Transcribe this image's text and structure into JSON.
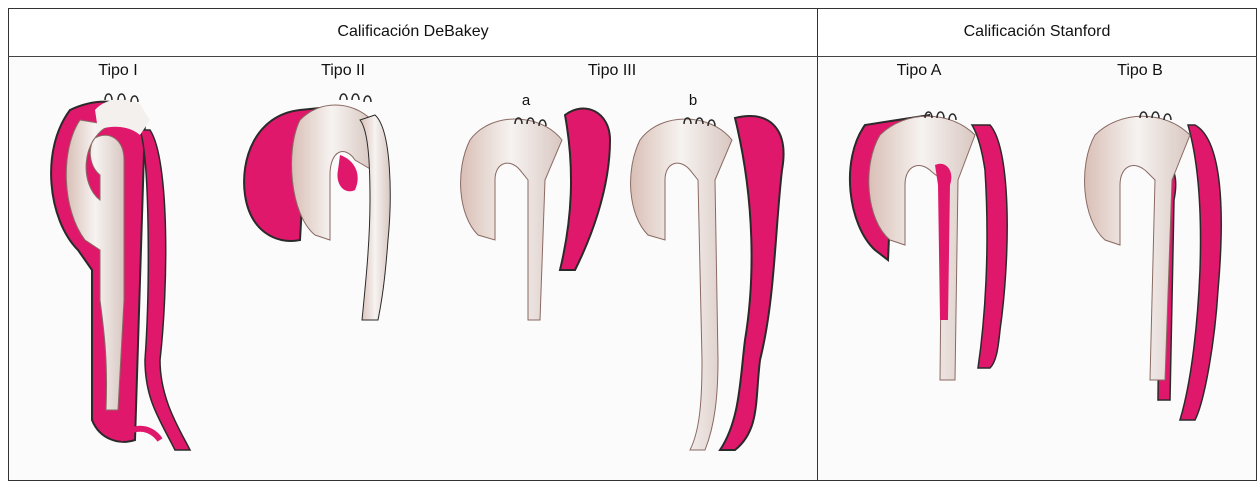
{
  "headers": {
    "debakey": "Calificación DeBakey",
    "stanford": "Calificación Stanford"
  },
  "types": {
    "tipo_i": "Tipo I",
    "tipo_ii": "Tipo II",
    "tipo_iii": "Tipo III",
    "tipo_iii_a": "a",
    "tipo_iii_b": "b",
    "tipo_a": "Tipo A",
    "tipo_b": "Tipo B"
  },
  "colors": {
    "dissection": "#e0186c",
    "vessel": "#f3efec",
    "vessel_shade": "#c9a9a0",
    "outline": "#2a2a2a"
  }
}
